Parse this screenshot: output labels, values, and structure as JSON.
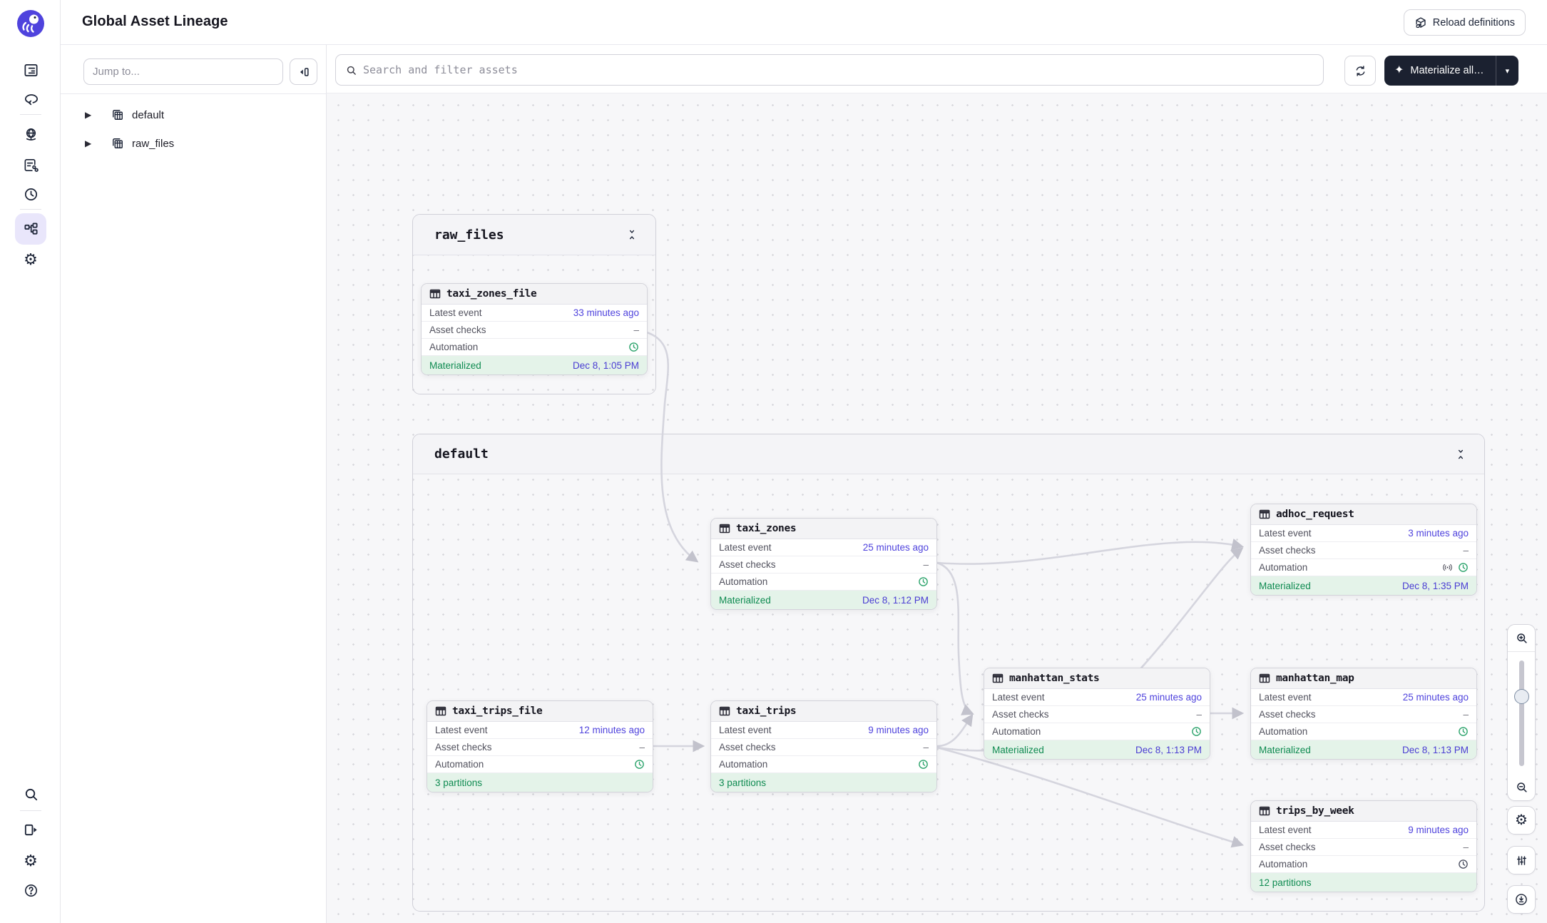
{
  "app": {
    "title": "Global Asset Lineage"
  },
  "header": {
    "reload_button": "Reload definitions"
  },
  "left_panel": {
    "jump_placeholder": "Jump to...",
    "tree": [
      {
        "label": "default"
      },
      {
        "label": "raw_files"
      }
    ]
  },
  "toolbar": {
    "search_placeholder": "Search and filter assets",
    "materialize_button": "Materialize all…",
    "materialize_caret": "▾"
  },
  "groups": [
    {
      "name": "raw_files"
    },
    {
      "name": "default"
    }
  ],
  "node_labels": {
    "latest": "Latest event",
    "checks": "Asset checks",
    "automation": "Automation"
  },
  "nodes": [
    {
      "name": "taxi_zones_file",
      "latest_event": "33 minutes ago",
      "asset_checks": "–",
      "automation": "schedule",
      "status_label": "Materialized",
      "status_value": "Dec 8, 1:05 PM"
    },
    {
      "name": "taxi_zones",
      "latest_event": "25 minutes ago",
      "asset_checks": "–",
      "automation": "schedule",
      "status_label": "Materialized",
      "status_value": "Dec 8, 1:12 PM"
    },
    {
      "name": "adhoc_request",
      "latest_event": "3 minutes ago",
      "asset_checks": "–",
      "automation": "sensor+schedule",
      "status_label": "Materialized",
      "status_value": "Dec 8, 1:35 PM"
    },
    {
      "name": "manhattan_stats",
      "latest_event": "25 minutes ago",
      "asset_checks": "–",
      "automation": "schedule",
      "status_label": "Materialized",
      "status_value": "Dec 8, 1:13 PM"
    },
    {
      "name": "manhattan_map",
      "latest_event": "25 minutes ago",
      "asset_checks": "–",
      "automation": "schedule",
      "status_label": "Materialized",
      "status_value": "Dec 8, 1:13 PM"
    },
    {
      "name": "taxi_trips_file",
      "latest_event": "12 minutes ago",
      "asset_checks": "–",
      "automation": "schedule",
      "status_label": "3 partitions",
      "status_value": ""
    },
    {
      "name": "taxi_trips",
      "latest_event": "9 minutes ago",
      "asset_checks": "–",
      "automation": "schedule",
      "status_label": "3 partitions",
      "status_value": ""
    },
    {
      "name": "trips_by_week",
      "latest_event": "9 minutes ago",
      "asset_checks": "–",
      "automation": "schedule-inactive",
      "status_label": "12 partitions",
      "status_value": ""
    }
  ],
  "edges": [
    {
      "from": "taxi_zones_file",
      "to": "taxi_zones"
    },
    {
      "from": "taxi_zones",
      "to": "adhoc_request"
    },
    {
      "from": "taxi_zones",
      "to": "manhattan_stats"
    },
    {
      "from": "taxi_trips_file",
      "to": "taxi_trips"
    },
    {
      "from": "taxi_trips",
      "to": "manhattan_stats"
    },
    {
      "from": "taxi_trips",
      "to": "adhoc_request"
    },
    {
      "from": "manhattan_stats",
      "to": "manhattan_map"
    },
    {
      "from": "taxi_trips",
      "to": "trips_by_week"
    }
  ],
  "colors": {
    "accent_blurple": "#4F43DD",
    "dark_button": "#1B2130",
    "status_green": "#0F8B51",
    "status_green_bg": "#E4F3E9",
    "automation_green": "#2BA36B",
    "edge_gray": "#D5D5DE",
    "canvas_bg": "#F7F7F9"
  }
}
